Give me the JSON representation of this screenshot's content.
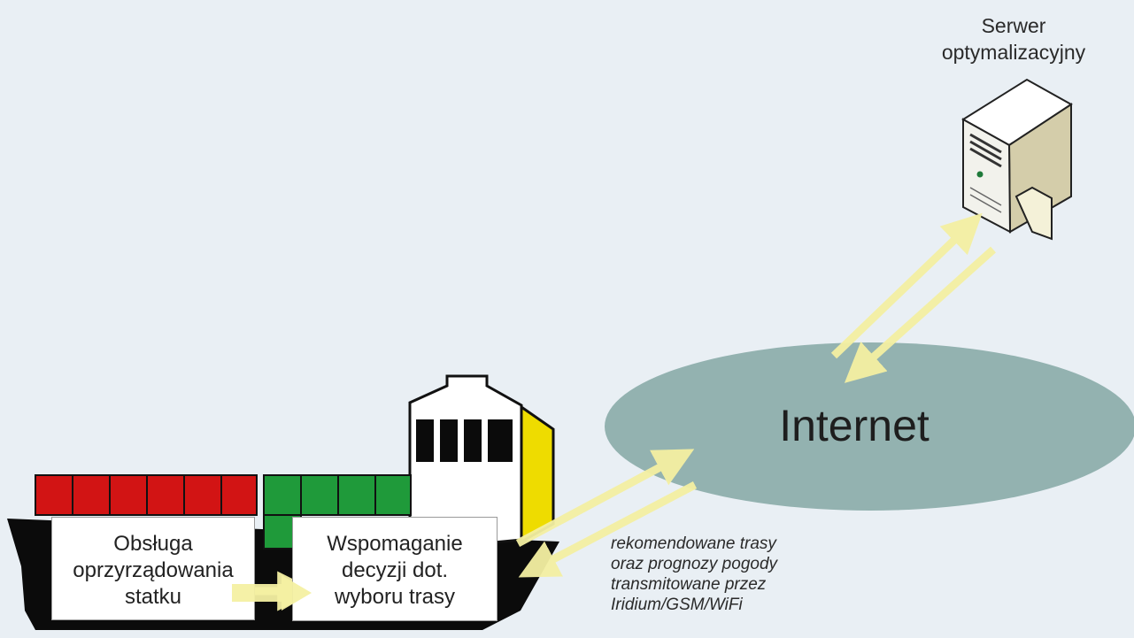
{
  "server": {
    "label_lines": [
      "Serwer",
      "optymalizacyjny"
    ]
  },
  "network": {
    "label": "Internet"
  },
  "ship": {
    "module_left_lines": [
      "Obsługa",
      "oprzyrządowania",
      "statku"
    ],
    "module_right_lines": [
      "Wspomaganie",
      "decyzji dot.",
      "wyboru trasy"
    ]
  },
  "caption_lines": [
    "rekomendowane trasy",
    "oraz prognozy pogody",
    "transmitowane przez",
    "Iridium/GSM/WiFi"
  ],
  "colors": {
    "background": "#e9eff4",
    "cloud": "#93b2b0",
    "arrow": "#f4f0a2",
    "hull": "#0b0b0b",
    "container_red": "#d21414",
    "container_green": "#1f9a3a",
    "bridge_yellow": "#eedc00",
    "server_body": "#f2f2ec"
  }
}
